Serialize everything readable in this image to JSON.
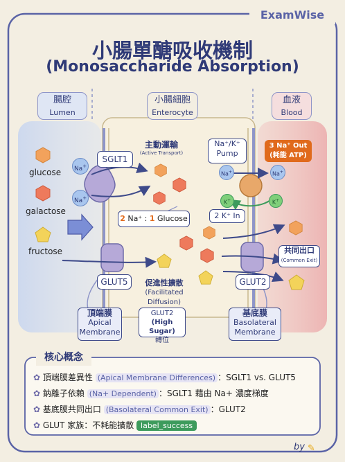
{
  "brand": {
    "name": "ExamWise"
  },
  "title": {
    "zh": "小腸單醣吸收機制",
    "en": "(Monosaccharide Absorption)"
  },
  "columns": [
    {
      "zh": "腸腔",
      "en": "Lumen"
    },
    {
      "zh": "小腸細胞",
      "en": "Enterocyte"
    },
    {
      "zh": "血液",
      "en": "Blood"
    }
  ],
  "sugars": {
    "glucose": "glucose",
    "galactose": "galactose",
    "fructose": "fructose"
  },
  "ions": {
    "na": "Na",
    "k": "K",
    "sup": "+"
  },
  "transporters": {
    "sglt1": "SGLT1",
    "glut5": "GLUT5",
    "glut2": "GLUT2"
  },
  "active": {
    "zh": "主動運輸",
    "en": "(Active Transport)"
  },
  "pump": {
    "line1": "Na⁺/K⁺",
    "line2": "Pump"
  },
  "out": {
    "line1": "3 Na⁺ Out",
    "line2": "(耗能 ATP)"
  },
  "kin": "2 K⁺ In",
  "ratio": {
    "a": "2",
    "b": " Na⁺ : ",
    "c": "1",
    "d": " Glucose"
  },
  "facilitated": {
    "zh": "促進性擴散",
    "en1": "(Facilitated",
    "en2": "Diffusion)"
  },
  "glut2_note": {
    "l1": "GLUT2",
    "l2": "(High Sugar)",
    "l3": "轉位"
  },
  "common_exit": {
    "zh": "共同出口",
    "en": "(Common Exit)"
  },
  "apical": {
    "zh": "頂端膜",
    "en1": "Apical",
    "en2": "Membrane"
  },
  "basolateral": {
    "zh": "基底膜",
    "en1": "Basolateral",
    "en2": "Membrane"
  },
  "summary": {
    "title": "核心概念",
    "items": [
      {
        "pre": "頂端膜差異性 ",
        "tag": "(Apical Membrane Differences)",
        "post": "：SGLT1 vs. GLUT5"
      },
      {
        "pre": "鈉離子依賴 ",
        "tag": "(Na+ Dependent)",
        "post": "：SGLT1 藉由 Na+ 濃度梯度"
      },
      {
        "pre": "基底膜共同出口 ",
        "tag": "(Basolateral Common Exit)",
        "post": "：GLUT2"
      },
      {
        "pre": "GLUT 家族：不耗能擴散 ",
        "tag": "label_success",
        "post": ""
      }
    ]
  },
  "footer": {
    "by": "by"
  },
  "colors": {
    "navy": "#2f3a77",
    "glucose": "#f2a25c",
    "galactose": "#ee7a5c",
    "fructose": "#f3d35a",
    "orange_box": "#e06a1c",
    "green_k": "#7fcf7a",
    "ion_blue": "#a9c6ee"
  }
}
